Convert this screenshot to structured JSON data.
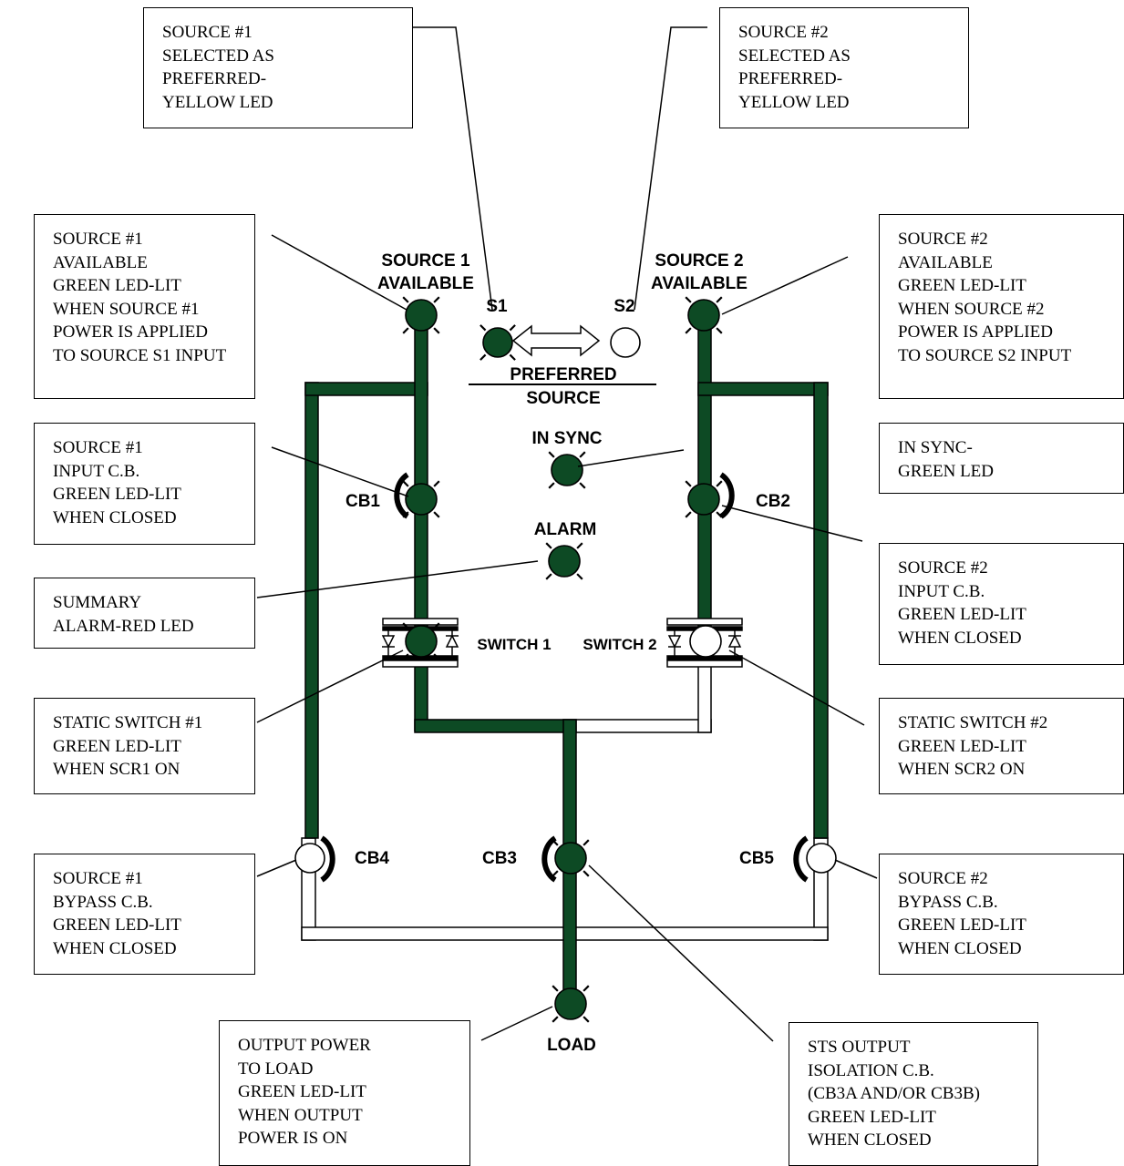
{
  "colors": {
    "bus_lit": "#0d4a24",
    "led_green": "#0d4a24",
    "line": "#000000",
    "background": "#ffffff"
  },
  "panel": {
    "source1_available": [
      "SOURCE 1",
      "AVAILABLE"
    ],
    "source2_available": [
      "SOURCE 2",
      "AVAILABLE"
    ],
    "s1": "S1",
    "s2": "S2",
    "preferred_source": [
      "PREFERRED",
      "SOURCE"
    ],
    "in_sync": "IN SYNC",
    "alarm": "ALARM",
    "cb1": "CB1",
    "cb2": "CB2",
    "cb3": "CB3",
    "cb4": "CB4",
    "cb5": "CB5",
    "switch1": "SWITCH 1",
    "switch2": "SWITCH 2",
    "load": "LOAD"
  },
  "led_states": {
    "source1_available": "lit",
    "source2_available": "lit",
    "s1": "lit",
    "s2": "off",
    "in_sync": "lit",
    "alarm": "lit",
    "cb1": "lit",
    "cb2": "lit",
    "cb3": "lit",
    "cb4": "off",
    "cb5": "off",
    "switch1": "lit",
    "switch2": "off",
    "load": "lit"
  },
  "callouts": {
    "s1_preferred": [
      "SOURCE #1",
      "SELECTED AS",
      "PREFERRED-",
      "YELLOW LED"
    ],
    "s2_preferred": [
      "SOURCE #2",
      "SELECTED AS",
      "PREFERRED-",
      "YELLOW LED"
    ],
    "source1_available": [
      "SOURCE #1",
      "AVAILABLE",
      "GREEN LED-LIT",
      "WHEN SOURCE #1",
      "POWER IS APPLIED",
      "TO SOURCE S1 INPUT"
    ],
    "source2_available": [
      "SOURCE #2",
      "AVAILABLE",
      "GREEN LED-LIT",
      "WHEN SOURCE #2",
      "POWER IS APPLIED",
      "TO SOURCE S2 INPUT"
    ],
    "cb1": [
      "SOURCE #1",
      "INPUT C.B.",
      "GREEN LED-LIT",
      "WHEN CLOSED"
    ],
    "in_sync": [
      "IN SYNC-",
      "GREEN LED"
    ],
    "alarm": [
      "SUMMARY",
      "ALARM-RED LED"
    ],
    "cb2": [
      "SOURCE #2",
      "INPUT C.B.",
      "GREEN LED-LIT",
      "WHEN CLOSED"
    ],
    "switch1": [
      "STATIC SWITCH #1",
      "GREEN LED-LIT",
      "WHEN SCR1 ON"
    ],
    "switch2": [
      "STATIC SWITCH #2",
      "GREEN LED-LIT",
      "WHEN SCR2 ON"
    ],
    "cb4": [
      "SOURCE #1",
      "BYPASS C.B.",
      "GREEN LED-LIT",
      "WHEN CLOSED"
    ],
    "cb5": [
      "SOURCE #2",
      "BYPASS C.B.",
      "GREEN LED-LIT",
      "WHEN CLOSED"
    ],
    "load": [
      "OUTPUT POWER",
      "TO LOAD",
      "GREEN LED-LIT",
      "WHEN OUTPUT",
      "POWER IS ON"
    ],
    "cb3": [
      "STS OUTPUT",
      "ISOLATION C.B.",
      "(CB3A AND/OR CB3B)",
      "GREEN LED-LIT",
      "WHEN CLOSED"
    ]
  }
}
